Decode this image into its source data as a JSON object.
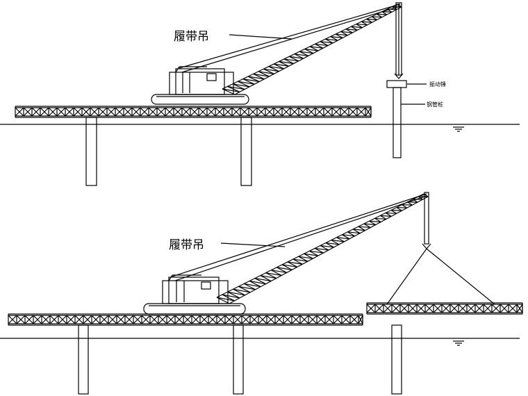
{
  "scene_top": {
    "crane_label": "履带吊",
    "hammer_label": "振动锤",
    "pile_label": "钢管桩"
  },
  "scene_bottom": {
    "crane_label": "履带吊"
  },
  "colors": {
    "line": "#000000",
    "background": "#ffffff"
  }
}
